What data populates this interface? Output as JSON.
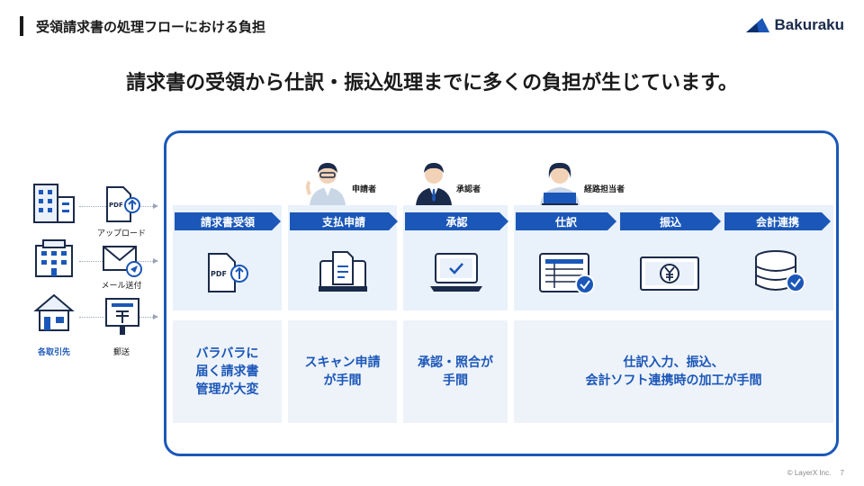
{
  "header": {
    "title": "受領請求書の処理フローにおける負担",
    "logo_text": "Bakuraku"
  },
  "headline": "請求書の受領から仕訳・振込処理までに多くの負担が生じています。",
  "sources": {
    "methods": [
      "アップロード",
      "メール送付",
      "郵送"
    ],
    "partner_label": "各取引先"
  },
  "roles": [
    "申請者",
    "承認者",
    "経路担当者"
  ],
  "steps": [
    "請求書受領",
    "支払申請",
    "承認",
    "仕訳",
    "振込",
    "会計連携"
  ],
  "doc_icon_text": "PDF",
  "burdens": {
    "receive": [
      "バラバラに",
      "届く請求書",
      "管理が大変"
    ],
    "apply": [
      "スキャン申請",
      "が手間"
    ],
    "approve": [
      "承認・照合が",
      "手間"
    ],
    "accounting": [
      "仕訳入力、振込、",
      "会計ソフト連携時の加工が手間"
    ]
  },
  "footer": {
    "copyright": "© LayerX Inc.",
    "page": "7"
  },
  "colors": {
    "accent": "#1b57b8",
    "panel_bg": "#e9f1fb"
  }
}
